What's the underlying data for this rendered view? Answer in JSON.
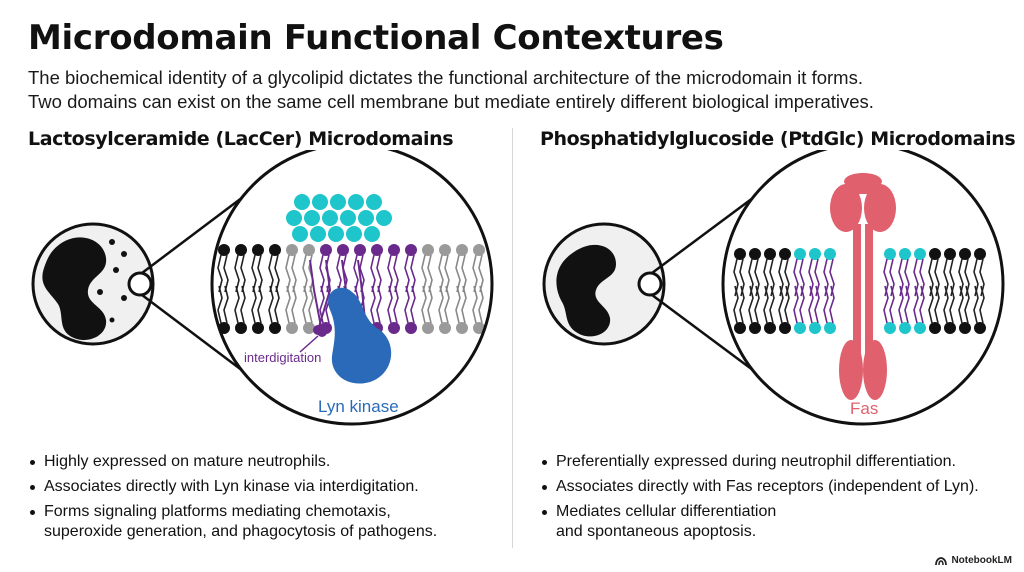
{
  "page": {
    "title": "Microdomain Functional Contextures",
    "subtitle_lines": [
      "The biochemical identity of a glycolipid dictates the functional architecture of the microdomain it forms.",
      "Two domains can exist on the same cell membrane but mediate entirely different biological imperatives."
    ]
  },
  "left_panel": {
    "heading": "Lactosylceramide (LacCer) Microdomains",
    "label_interdigitation": "interdigitation",
    "label_protein": "Lyn kinase",
    "bullets": [
      "Highly expressed on mature neutrophils.",
      "Associates directly with Lyn kinase via interdigitation.",
      "Forms signaling platforms mediating chemotaxis,",
      "superoxide generation, and phagocytosis of pathogens."
    ]
  },
  "right_panel": {
    "heading": "Phosphatidylglucoside (PtdGlc) Microdomains",
    "label_protein": "Fas",
    "bullets": [
      "Preferentially expressed during neutrophil differentiation.",
      "Associates directly with Fas receptors (independent of Lyn).",
      "Mediates cellular differentiation",
      "and spontaneous apoptosis."
    ]
  },
  "colors": {
    "lipid_head_black": "#111111",
    "lipid_head_grey": "#9a9a9a",
    "glycan_cyan": "#1ec6cc",
    "glycolipid_purple": "#6a2a8c",
    "lyn_blue": "#2a6ab8",
    "fas_red": "#e0606e"
  },
  "branding": {
    "text": "NotebookLM"
  }
}
